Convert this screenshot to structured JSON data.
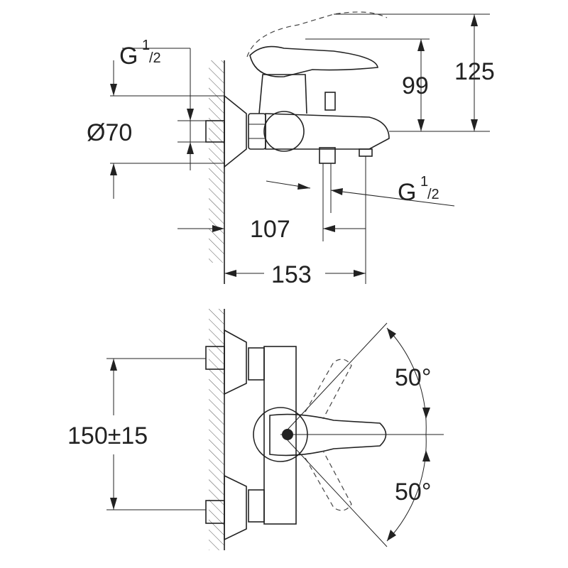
{
  "drawing": {
    "side_view": {
      "thread_left": {
        "letter": "G",
        "num": "1",
        "den": "/2"
      },
      "diameter": "Ø70",
      "height_99": "99",
      "height_125": "125",
      "thread_right": {
        "letter": "G",
        "num": "1",
        "den": "/2"
      },
      "depth_107": "107",
      "depth_153": "153"
    },
    "front_view": {
      "spacing": "150±15",
      "angle_up": "50°",
      "angle_down": "50°"
    }
  }
}
